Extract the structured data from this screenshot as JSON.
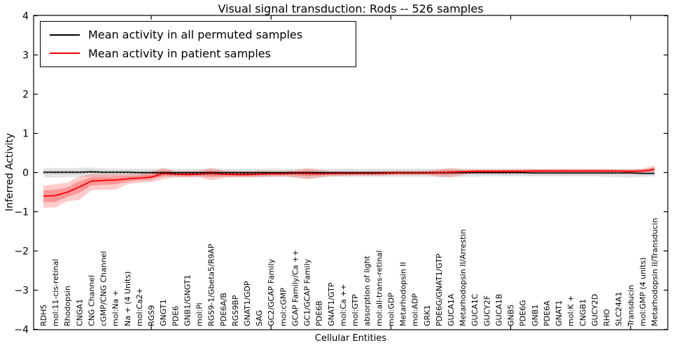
{
  "figure": {
    "title": "Visual signal transduction: Rods -- 526 samples",
    "xlabel": "Cellular Entities",
    "ylabel": "Inferred Activity",
    "legend": [
      {
        "label": "Mean activity in all permuted samples",
        "color": "#000000"
      },
      {
        "label": "Mean activity in patient samples",
        "color": "#ff0000"
      }
    ]
  },
  "chart_data": {
    "type": "line",
    "title": "Visual signal transduction: Rods -- 526 samples",
    "xlabel": "Cellular Entities",
    "ylabel": "Inferred Activity",
    "ylim": [
      -4,
      4
    ],
    "yticks": [
      4,
      3,
      2,
      1,
      0,
      -1,
      -2,
      -3,
      -4
    ],
    "ytick_labels": [
      "4",
      "3",
      "2",
      "1",
      "0",
      "−1",
      "−2",
      "−3",
      "−4"
    ],
    "xtick_indices": [
      10,
      20,
      30,
      40,
      50
    ],
    "grid": false,
    "legend_position": "upper left",
    "x_labels_rotation_deg": 90,
    "colors": {
      "permuted": "#000000",
      "patient": "#ff0000",
      "permuted_band": "#aaaaaa",
      "patient_band": "#ff0000"
    },
    "categories": [
      "RDH5",
      "mol:11-cis-retinal",
      "Rhodopsin",
      "CNGA1",
      "CNG Channel",
      "cGMP/CNG Channel",
      "mol:Na +",
      "Na + (4 Units)",
      "mol:Ca2+",
      "RGS9",
      "GNGT1",
      "PDE6",
      "GNB1/GNGT1",
      "mol:Pi",
      "RGS9-1/Gbeta5/R9AP",
      "PDE6A/B",
      "RGS9BP",
      "GNAT1/GDP",
      "SAG",
      "GC2/GCAP Family",
      "mol:cGMP",
      "GCAP Family/Ca ++",
      "GC1/GCAP Family",
      "PDE6B",
      "GNAT1/GTP",
      "mol:Ca ++",
      "mol:GTP",
      "absorption of light",
      "mol:all-trans-retinal",
      "mol:GDP",
      "Metarhodopsin II",
      "mol:ADP",
      "GRK1",
      "PDE6G/GNAT1/GTP",
      "GUCA1A",
      "Metarhodopsin II/Arrestin",
      "GUCA1C",
      "GUCY2F",
      "GUCA1B",
      "GNB5",
      "PDE6G",
      "GNB1",
      "PDE6A",
      "GNAT1",
      "mol:K +",
      "CNGB1",
      "GUCY2D",
      "RHO",
      "SLC24A1",
      "Transducin",
      "mol:GMP (4 units)",
      "Metarhodopsin II/Transducin"
    ],
    "series": [
      {
        "name": "Mean activity in all permuted samples",
        "color": "#000000",
        "style": "solid",
        "values": [
          0.01,
          0.01,
          0.01,
          0.01,
          0.02,
          0.01,
          0.01,
          0.01,
          0,
          0,
          0,
          0,
          0,
          0,
          0,
          0,
          0,
          0,
          0,
          0,
          0,
          0,
          0,
          0,
          0,
          0,
          0,
          0,
          0,
          0,
          0,
          0,
          0,
          0,
          0,
          0,
          0,
          0,
          0,
          0,
          0,
          -0.01,
          -0.01,
          -0.01,
          -0.01,
          -0.01,
          -0.01,
          -0.01,
          -0.01,
          -0.01,
          -0.02,
          -0.02
        ]
      },
      {
        "name": "Mean activity in patient samples",
        "color": "#ff0000",
        "style": "solid",
        "values": [
          -0.6,
          -0.59,
          -0.5,
          -0.37,
          -0.22,
          -0.2,
          -0.19,
          -0.16,
          -0.14,
          -0.12,
          -0.02,
          -0.04,
          -0.05,
          -0.04,
          -0.02,
          -0.04,
          -0.05,
          -0.05,
          -0.04,
          -0.03,
          -0.03,
          -0.02,
          -0.02,
          -0.03,
          -0.02,
          -0.02,
          -0.02,
          -0.02,
          -0.02,
          -0.01,
          -0.01,
          -0.01,
          -0.01,
          0,
          0.01,
          0.02,
          0.03,
          0.03,
          0.03,
          0.03,
          0.03,
          0.04,
          0.04,
          0.04,
          0.04,
          0.04,
          0.04,
          0.04,
          0.04,
          0.03,
          0.04,
          0.08
        ]
      },
      {
        "name": "permuted median (dotted overlay)",
        "color": "#000000",
        "style": "dotted",
        "values": [
          0,
          0,
          0,
          0,
          0.01,
          0,
          0,
          0,
          -0.01,
          -0.01,
          -0.02,
          -0.03,
          -0.03,
          -0.03,
          -0.03,
          -0.03,
          -0.03,
          -0.03,
          -0.03,
          -0.02,
          -0.02,
          -0.02,
          -0.02,
          -0.02,
          -0.02,
          -0.02,
          -0.02,
          -0.02,
          -0.02,
          -0.02,
          -0.01,
          -0.01,
          -0.01,
          -0.01,
          -0.01,
          -0.01,
          -0.01,
          -0.01,
          -0.01,
          -0.01,
          -0.01,
          -0.01,
          -0.01,
          -0.01,
          -0.01,
          -0.01,
          -0.01,
          -0.01,
          -0.01,
          -0.01,
          -0.02,
          -0.02
        ]
      }
    ],
    "bands": [
      {
        "name": "permuted outer band",
        "color": "#aaaaaa",
        "opacity": 0.32,
        "hi": [
          0.11,
          0.12,
          0.11,
          0.12,
          0.13,
          0.11,
          0.1,
          0.1,
          0.1,
          0.1,
          0.1,
          0.1,
          0.1,
          0.1,
          0.1,
          0.1,
          0.1,
          0.1,
          0.1,
          0.1,
          0.1,
          0.1,
          0.11,
          0.1,
          0.1,
          0.1,
          0.1,
          0.1,
          0.1,
          0.1,
          0.1,
          0.1,
          0.1,
          0.1,
          0.11,
          0.1,
          0.1,
          0.1,
          0.1,
          0.1,
          0.1,
          0.09,
          0.09,
          0.09,
          0.09,
          0.09,
          0.09,
          0.09,
          0.09,
          0.1,
          0.08,
          0.08
        ],
        "lo": [
          -0.12,
          -0.13,
          -0.12,
          -0.11,
          -0.12,
          -0.11,
          -0.11,
          -0.11,
          -0.11,
          -0.12,
          -0.11,
          -0.11,
          -0.11,
          -0.11,
          -0.12,
          -0.11,
          -0.11,
          -0.11,
          -0.11,
          -0.11,
          -0.11,
          -0.13,
          -0.16,
          -0.13,
          -0.11,
          -0.11,
          -0.11,
          -0.11,
          -0.11,
          -0.11,
          -0.11,
          -0.11,
          -0.11,
          -0.12,
          -0.12,
          -0.11,
          -0.11,
          -0.1,
          -0.1,
          -0.1,
          -0.1,
          -0.1,
          -0.1,
          -0.1,
          -0.1,
          -0.1,
          -0.1,
          -0.11,
          -0.12,
          -0.13,
          -0.11,
          -0.1
        ]
      },
      {
        "name": "permuted inner band",
        "color": "#aaaaaa",
        "opacity": 0.32,
        "hi": [
          0.06,
          0.06,
          0.06,
          0.06,
          0.07,
          0.06,
          0.06,
          0.06,
          0.05,
          0.05,
          0.05,
          0.05,
          0.05,
          0.05,
          0.05,
          0.05,
          0.05,
          0.05,
          0.05,
          0.05,
          0.05,
          0.05,
          0.05,
          0.05,
          0.05,
          0.05,
          0.05,
          0.05,
          0.05,
          0.05,
          0.05,
          0.05,
          0.05,
          0.05,
          0.05,
          0.05,
          0.05,
          0.05,
          0.05,
          0.05,
          0.05,
          0.04,
          0.04,
          0.04,
          0.04,
          0.04,
          0.04,
          0.04,
          0.04,
          0.04,
          0.03,
          0.03
        ],
        "lo": [
          -0.04,
          -0.04,
          -0.04,
          -0.04,
          -0.03,
          -0.04,
          -0.04,
          -0.04,
          -0.05,
          -0.05,
          -0.05,
          -0.05,
          -0.05,
          -0.05,
          -0.05,
          -0.05,
          -0.05,
          -0.05,
          -0.05,
          -0.05,
          -0.05,
          -0.05,
          -0.05,
          -0.05,
          -0.05,
          -0.05,
          -0.05,
          -0.05,
          -0.05,
          -0.05,
          -0.05,
          -0.05,
          -0.05,
          -0.05,
          -0.05,
          -0.05,
          -0.05,
          -0.05,
          -0.05,
          -0.05,
          -0.05,
          -0.06,
          -0.06,
          -0.06,
          -0.06,
          -0.06,
          -0.06,
          -0.06,
          -0.06,
          -0.06,
          -0.07,
          -0.07
        ]
      },
      {
        "name": "patient outer band",
        "color": "#ff0000",
        "opacity": 0.2,
        "hi": [
          -0.33,
          -0.3,
          -0.26,
          -0.1,
          -0.04,
          -0.04,
          -0.05,
          -0.04,
          -0.04,
          0.02,
          0.12,
          0.03,
          0.03,
          0.04,
          0.12,
          0.05,
          0.03,
          0.03,
          0.04,
          0.03,
          0.03,
          0.06,
          0.11,
          0.07,
          0.03,
          0.03,
          0.03,
          0.03,
          0.03,
          0.04,
          0.04,
          0.04,
          0.05,
          0.08,
          0.11,
          0.08,
          0.08,
          0.08,
          0.08,
          0.08,
          0.09,
          0.09,
          0.09,
          0.09,
          0.09,
          0.09,
          0.09,
          0.09,
          0.08,
          0.08,
          0.1,
          0.18
        ],
        "lo": [
          -0.9,
          -0.89,
          -0.73,
          -0.7,
          -0.45,
          -0.44,
          -0.44,
          -0.3,
          -0.26,
          -0.24,
          -0.17,
          -0.12,
          -0.13,
          -0.12,
          -0.2,
          -0.14,
          -0.12,
          -0.13,
          -0.12,
          -0.11,
          -0.1,
          -0.12,
          -0.17,
          -0.13,
          -0.09,
          -0.09,
          -0.08,
          -0.08,
          -0.08,
          -0.07,
          -0.07,
          -0.07,
          -0.06,
          -0.1,
          -0.12,
          -0.06,
          -0.02,
          -0.02,
          -0.02,
          -0.02,
          -0.01,
          -0.01,
          -0.01,
          -0.01,
          0,
          0,
          0,
          0,
          -0.01,
          -0.01,
          0,
          0.02
        ]
      },
      {
        "name": "patient inner band",
        "color": "#ff0000",
        "opacity": 0.26,
        "hi": [
          -0.45,
          -0.44,
          -0.38,
          -0.22,
          -0.12,
          -0.11,
          -0.11,
          -0.09,
          -0.08,
          -0.05,
          0.05,
          0,
          -0.01,
          0,
          0.05,
          0.01,
          -0.01,
          -0.01,
          0,
          0.01,
          0.01,
          0.02,
          0.04,
          0.02,
          0.01,
          0.01,
          0.01,
          0.01,
          0.01,
          0.02,
          0.02,
          0.02,
          0.02,
          0.04,
          0.06,
          0.05,
          0.06,
          0.06,
          0.06,
          0.06,
          0.06,
          0.07,
          0.07,
          0.07,
          0.07,
          0.07,
          0.07,
          0.07,
          0.06,
          0.06,
          0.07,
          0.13
        ],
        "lo": [
          -0.76,
          -0.75,
          -0.62,
          -0.52,
          -0.33,
          -0.31,
          -0.3,
          -0.23,
          -0.2,
          -0.18,
          -0.09,
          -0.08,
          -0.09,
          -0.08,
          -0.1,
          -0.09,
          -0.09,
          -0.09,
          -0.08,
          -0.07,
          -0.07,
          -0.07,
          -0.09,
          -0.08,
          -0.06,
          -0.06,
          -0.05,
          -0.05,
          -0.05,
          -0.04,
          -0.04,
          -0.04,
          -0.04,
          -0.05,
          -0.05,
          -0.02,
          0,
          0,
          0,
          0,
          0,
          0.01,
          0.01,
          0.01,
          0.01,
          0.01,
          0.01,
          0.01,
          0.01,
          0,
          0.01,
          0.04
        ]
      }
    ]
  }
}
